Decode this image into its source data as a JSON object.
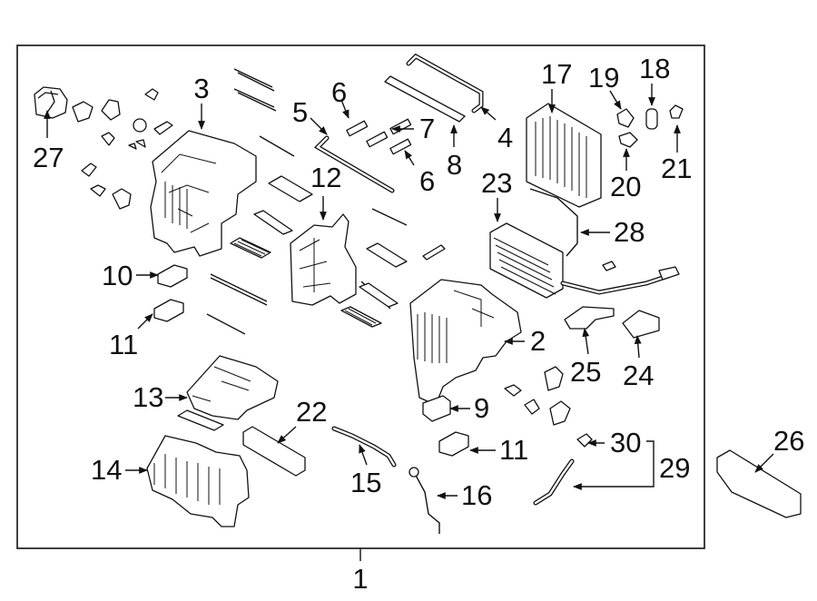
{
  "colors": {
    "ink": "#111111",
    "background": "#ffffff"
  },
  "callouts": {
    "c1": "1",
    "c2": "2",
    "c3": "3",
    "c4": "4",
    "c5": "5",
    "c6a": "6",
    "c6b": "6",
    "c7": "7",
    "c8": "8",
    "c9": "9",
    "c10": "10",
    "c11a": "11",
    "c11b": "11",
    "c12": "12",
    "c13": "13",
    "c14": "14",
    "c15": "15",
    "c16": "16",
    "c17": "17",
    "c18": "18",
    "c19": "19",
    "c20": "20",
    "c21": "21",
    "c22": "22",
    "c23": "23",
    "c24": "24",
    "c25": "25",
    "c26": "26",
    "c27": "27",
    "c28": "28",
    "c29": "29",
    "c30": "30"
  }
}
